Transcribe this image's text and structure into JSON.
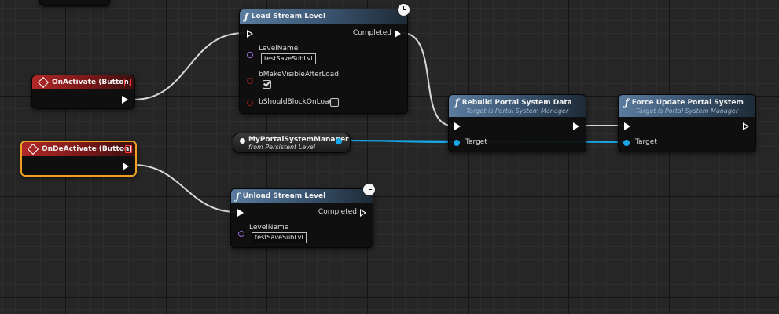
{
  "nodes": {
    "load_stream": {
      "title": "Load Stream Level",
      "exec_out_label": "Completed",
      "level_name_label": "LevelName",
      "level_name_value": "testSaveSubLvl",
      "make_visible_label": "bMakeVisibleAfterLoad",
      "make_visible_checked": true,
      "block_on_load_label": "bShouldBlockOnLoad",
      "block_on_load_checked": false
    },
    "on_activate": {
      "title": "OnActivate (Button)"
    },
    "on_deactivate": {
      "title": "OnDeActivate (Button)"
    },
    "portal_manager": {
      "title": "MyPortalSystemManager",
      "subtitle": "from Persistent Level"
    },
    "rebuild": {
      "title": "Rebuild Portal System Data",
      "subtitle": "Target is Portal System Manager",
      "target_label": "Target"
    },
    "force_update": {
      "title": "Force Update Portal System",
      "subtitle": "Target is Portal System Manager",
      "target_label": "Target"
    },
    "unload_stream": {
      "title": "Unload Stream Level",
      "exec_out_label": "Completed",
      "level_name_label": "LevelName",
      "level_name_value": "testSaveSubLvl"
    }
  },
  "colors": {
    "exec_wire": "#d8d8d8",
    "object_wire": "#17a7e6",
    "event_header": "#b02828",
    "function_header": "#5b7c9e",
    "selection": "#f0a020"
  },
  "icons": {
    "function": "function-f-icon",
    "event": "event-diamond-icon",
    "latent": "clock-icon"
  }
}
